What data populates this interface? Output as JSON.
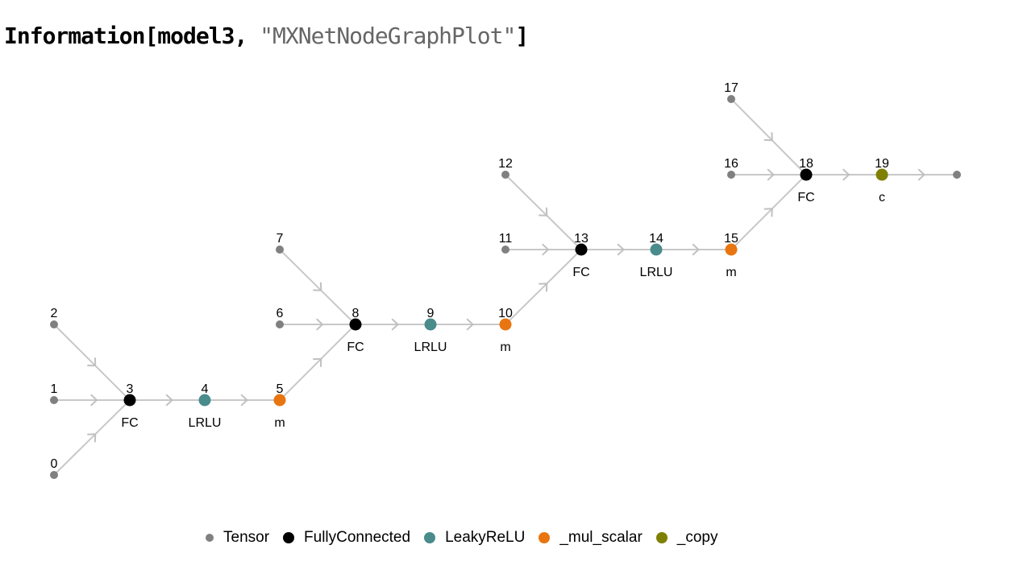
{
  "title": {
    "func": "Information",
    "arg": "model3",
    "property": "MXNetNodeGraphPlot"
  },
  "types": {
    "Tensor": {
      "color": "#808080",
      "abbr": ""
    },
    "FullyConnected": {
      "color": "#000000",
      "abbr": "FC"
    },
    "LeakyReLU": {
      "color": "#4a8b8c",
      "abbr": "LRLU"
    },
    "_mul_scalar": {
      "color": "#e87510",
      "abbr": "m"
    },
    "_copy": {
      "color": "#7f7f00",
      "abbr": "c"
    }
  },
  "legend": [
    "Tensor",
    "FullyConnected",
    "LeakyReLU",
    "_mul_scalar",
    "_copy"
  ],
  "nodes": [
    {
      "id": "0",
      "type": "Tensor"
    },
    {
      "id": "1",
      "type": "Tensor"
    },
    {
      "id": "2",
      "type": "Tensor"
    },
    {
      "id": "3",
      "type": "FullyConnected"
    },
    {
      "id": "4",
      "type": "LeakyReLU"
    },
    {
      "id": "5",
      "type": "_mul_scalar"
    },
    {
      "id": "6",
      "type": "Tensor"
    },
    {
      "id": "7",
      "type": "Tensor"
    },
    {
      "id": "8",
      "type": "FullyConnected"
    },
    {
      "id": "9",
      "type": "LeakyReLU"
    },
    {
      "id": "10",
      "type": "_mul_scalar"
    },
    {
      "id": "11",
      "type": "Tensor"
    },
    {
      "id": "12",
      "type": "Tensor"
    },
    {
      "id": "13",
      "type": "FullyConnected"
    },
    {
      "id": "14",
      "type": "LeakyReLU"
    },
    {
      "id": "15",
      "type": "_mul_scalar"
    },
    {
      "id": "16",
      "type": "Tensor"
    },
    {
      "id": "17",
      "type": "Tensor"
    },
    {
      "id": "18",
      "type": "FullyConnected"
    },
    {
      "id": "19",
      "type": "_copy"
    },
    {
      "id": "out",
      "type": "Tensor",
      "hide_label": true
    }
  ],
  "edges": [
    [
      "0",
      "3"
    ],
    [
      "1",
      "3"
    ],
    [
      "2",
      "3"
    ],
    [
      "3",
      "4"
    ],
    [
      "4",
      "5"
    ],
    [
      "5",
      "8"
    ],
    [
      "6",
      "8"
    ],
    [
      "7",
      "8"
    ],
    [
      "8",
      "9"
    ],
    [
      "9",
      "10"
    ],
    [
      "10",
      "13"
    ],
    [
      "11",
      "13"
    ],
    [
      "12",
      "13"
    ],
    [
      "13",
      "14"
    ],
    [
      "14",
      "15"
    ],
    [
      "15",
      "18"
    ],
    [
      "16",
      "18"
    ],
    [
      "17",
      "18"
    ],
    [
      "18",
      "19"
    ],
    [
      "19",
      "out"
    ]
  ]
}
